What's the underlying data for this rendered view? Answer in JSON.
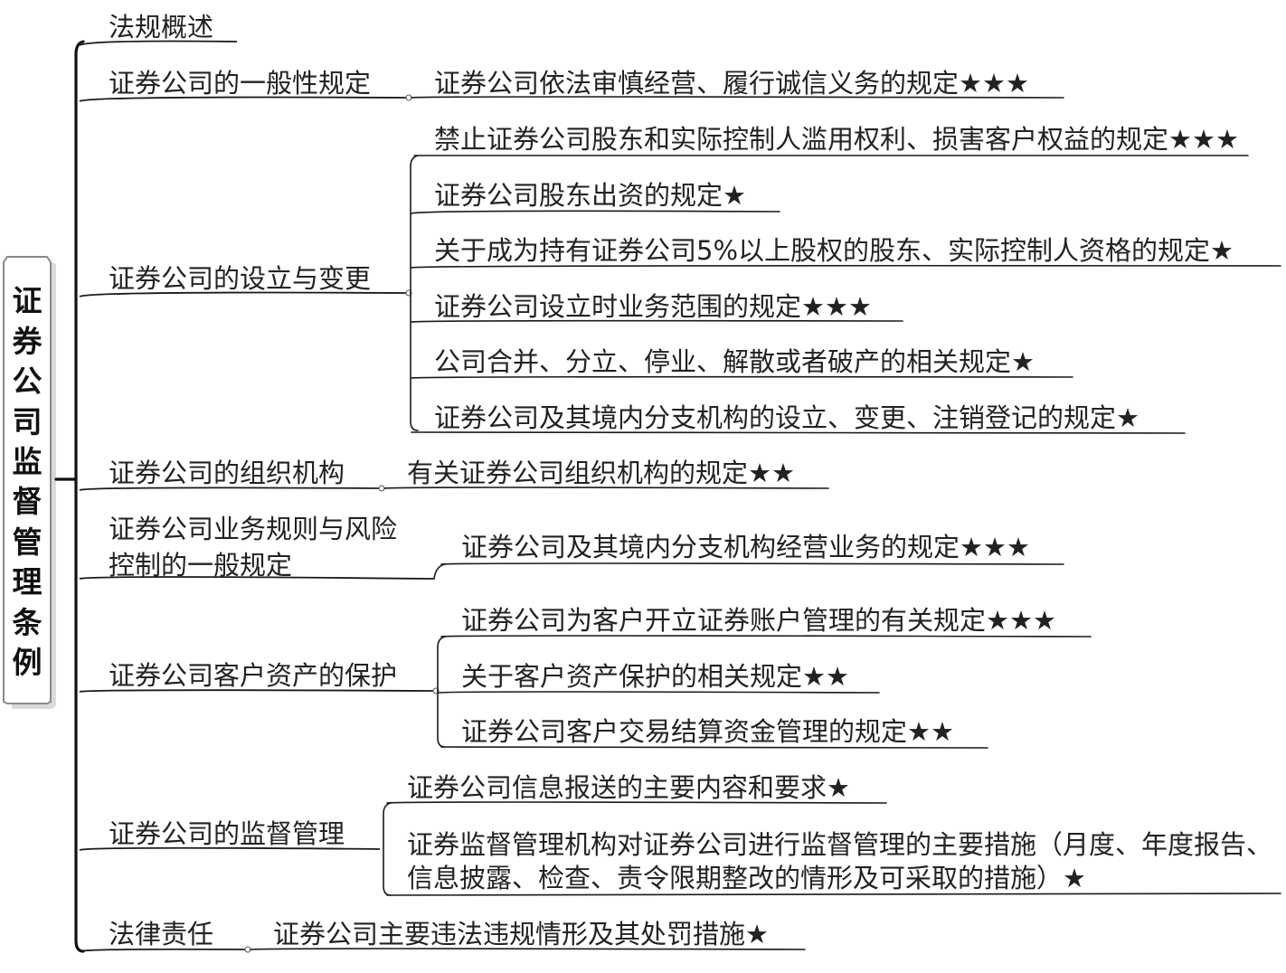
{
  "root": {
    "title": "证券公司监督管理条例",
    "chars": [
      "证",
      "券",
      "公",
      "司",
      "监",
      "督",
      "管",
      "理",
      "条",
      "例"
    ]
  },
  "branches": [
    {
      "label": [
        "法规概述"
      ],
      "children": []
    },
    {
      "label": [
        "证券公司的一般性规定"
      ],
      "children": [
        [
          "证券公司依法审慎经营、履行诚信义务的规定★★★"
        ]
      ]
    },
    {
      "label": [
        "证券公司的设立与变更"
      ],
      "children": [
        [
          "禁止证券公司股东和实际控制人滥用权利、损害客户权益的规定★★★"
        ],
        [
          "证券公司股东出资的规定★"
        ],
        [
          "关于成为持有证券公司5%以上股权的股东、实际控制人资格的规定★"
        ],
        [
          "证券公司设立时业务范围的规定★★★"
        ],
        [
          "公司合并、分立、停业、解散或者破产的相关规定★"
        ],
        [
          "证券公司及其境内分支机构的设立、变更、注销登记的规定★"
        ]
      ]
    },
    {
      "label": [
        "证券公司的组织机构"
      ],
      "children": [
        [
          "有关证券公司组织机构的规定★★"
        ]
      ]
    },
    {
      "label": [
        "证券公司业务规则与风险",
        "控制的一般规定"
      ],
      "children": [
        [
          "证券公司及其境内分支机构经营业务的规定★★★"
        ]
      ]
    },
    {
      "label": [
        "证券公司客户资产的保护"
      ],
      "children": [
        [
          "证券公司为客户开立证券账户管理的有关规定★★★"
        ],
        [
          "关于客户资产保护的相关规定★★"
        ],
        [
          "证券公司客户交易结算资金管理的规定★★"
        ]
      ]
    },
    {
      "label": [
        "证券公司的监督管理"
      ],
      "children": [
        [
          "证券公司信息报送的主要内容和要求★"
        ],
        [
          "证券监督管理机构对证券公司进行监督管理的主要措施（月度、年度报告、",
          "信息披露、检查、责令限期整改的情形及可采取的措施）★"
        ]
      ]
    },
    {
      "label": [
        "法律责任"
      ],
      "children": [
        [
          "证券公司主要违法违规情形及其处罚措施★"
        ]
      ]
    }
  ]
}
